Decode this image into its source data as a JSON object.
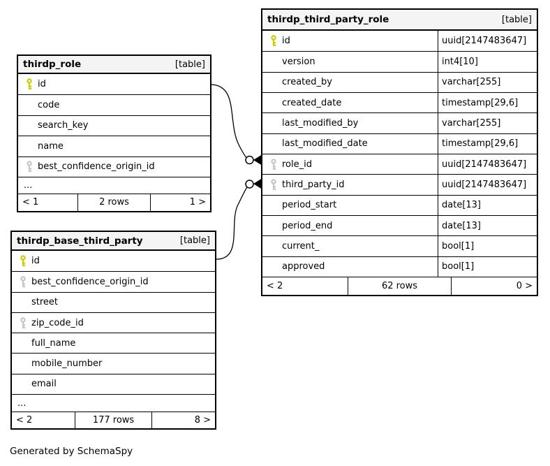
{
  "credit": "Generated by SchemaSpy",
  "colors": {
    "primary_key": "#cccc00",
    "foreign_key": "#c6c6c6",
    "header_bg": "#f4f4f4",
    "border": "#000000",
    "relationship_line": "#000000"
  },
  "tables": [
    {
      "name": "thirdp_role",
      "type_label": "[table]",
      "columns": [
        {
          "name": "id",
          "key": "primary"
        },
        {
          "name": "code",
          "key": null
        },
        {
          "name": "search_key",
          "key": null
        },
        {
          "name": "name",
          "key": null
        },
        {
          "name": "best_confidence_origin_id",
          "key": "foreign"
        }
      ],
      "more_columns_label": "...",
      "footer": {
        "left": "< 1",
        "center": "2 rows",
        "right": "1 >"
      }
    },
    {
      "name": "thirdp_base_third_party",
      "type_label": "[table]",
      "columns": [
        {
          "name": "id",
          "key": "primary"
        },
        {
          "name": "best_confidence_origin_id",
          "key": "foreign"
        },
        {
          "name": "street",
          "key": null
        },
        {
          "name": "zip_code_id",
          "key": "foreign"
        },
        {
          "name": "full_name",
          "key": null
        },
        {
          "name": "mobile_number",
          "key": null
        },
        {
          "name": "email",
          "key": null
        }
      ],
      "more_columns_label": "...",
      "footer": {
        "left": "< 2",
        "center": "177 rows",
        "right": "8 >"
      }
    },
    {
      "name": "thirdp_third_party_role",
      "type_label": "[table]",
      "columns": [
        {
          "name": "id",
          "key": "primary",
          "type": "uuid[2147483647]"
        },
        {
          "name": "version",
          "key": null,
          "type": "int4[10]"
        },
        {
          "name": "created_by",
          "key": null,
          "type": "varchar[255]"
        },
        {
          "name": "created_date",
          "key": null,
          "type": "timestamp[29,6]"
        },
        {
          "name": "last_modified_by",
          "key": null,
          "type": "varchar[255]"
        },
        {
          "name": "last_modified_date",
          "key": null,
          "type": "timestamp[29,6]"
        },
        {
          "name": "role_id",
          "key": "foreign",
          "type": "uuid[2147483647]"
        },
        {
          "name": "third_party_id",
          "key": "foreign",
          "type": "uuid[2147483647]"
        },
        {
          "name": "period_start",
          "key": null,
          "type": "date[13]"
        },
        {
          "name": "period_end",
          "key": null,
          "type": "date[13]"
        },
        {
          "name": "current_",
          "key": null,
          "type": "bool[1]"
        },
        {
          "name": "approved",
          "key": null,
          "type": "bool[1]"
        }
      ],
      "footer": {
        "left": "< 2",
        "center": "62 rows",
        "right": "0 >"
      }
    }
  ],
  "relationships": [
    {
      "from_table": "thirdp_role",
      "from_column": "id",
      "to_table": "thirdp_third_party_role",
      "to_column": "role_id"
    },
    {
      "from_table": "thirdp_base_third_party",
      "from_column": "id",
      "to_table": "thirdp_third_party_role",
      "to_column": "third_party_id"
    }
  ]
}
